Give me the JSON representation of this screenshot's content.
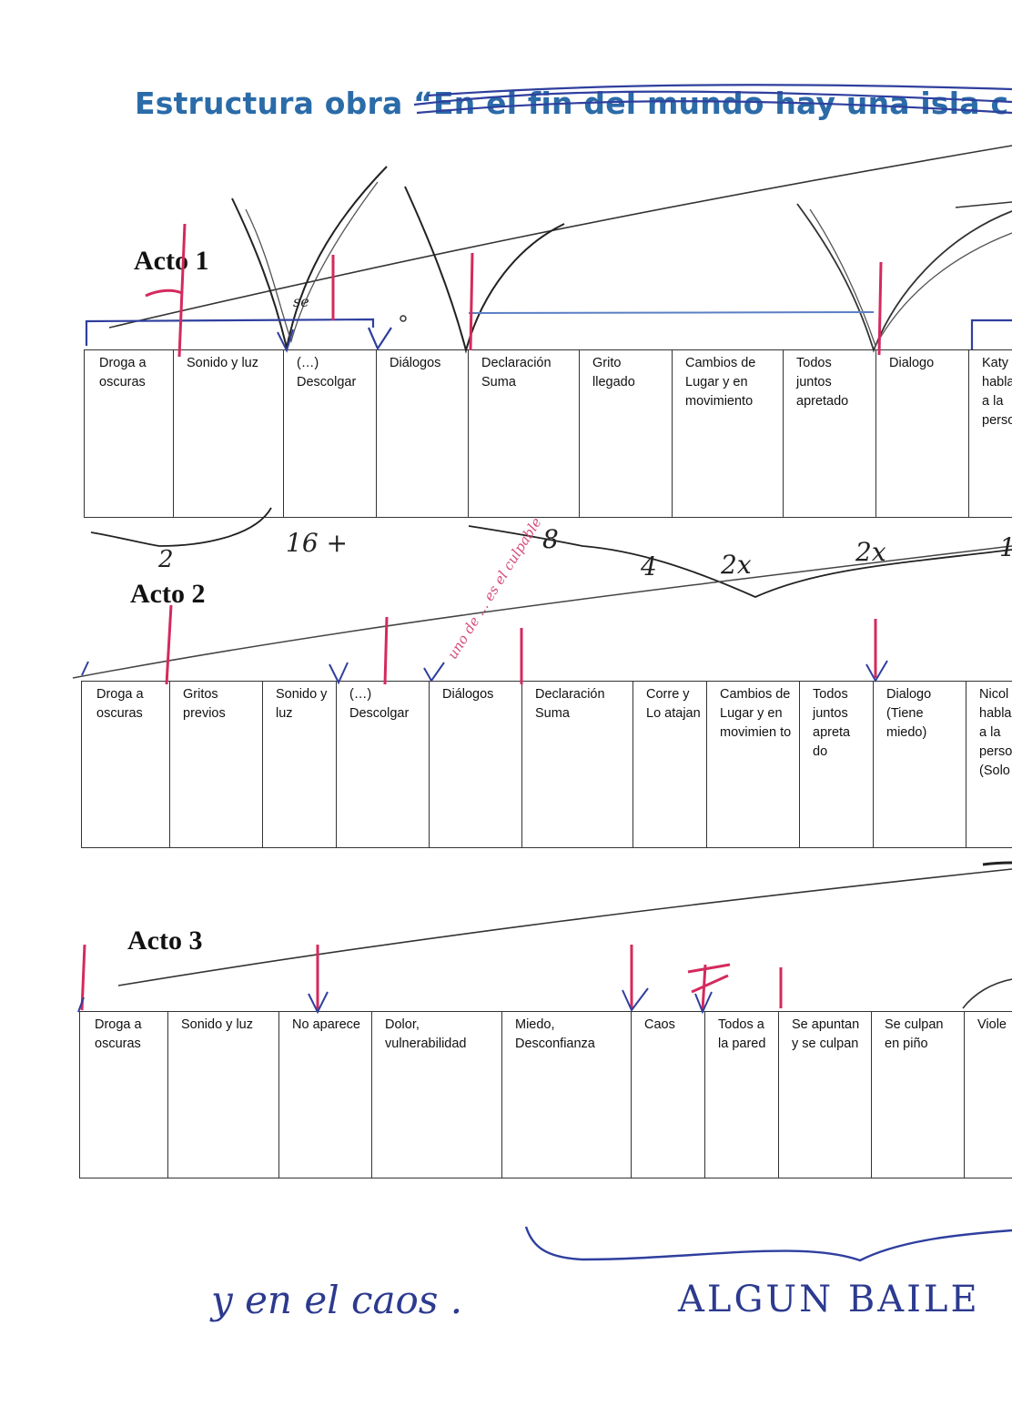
{
  "title": {
    "prefix": "Estructura obra ",
    "struck": "“En el fin del mundo hay una isla c"
  },
  "acts": [
    {
      "heading": "Acto 1",
      "cells": [
        "Droga a oscuras",
        "Sonido y luz",
        "(…) Descolgar",
        "Diálogos",
        "Declaración Suma",
        "Grito llegado",
        "Cambios de Lugar y en movimiento",
        "Todos juntos apretado",
        "Dialogo",
        "Katy habla y a la perso"
      ]
    },
    {
      "heading": "Acto 2",
      "cells": [
        "Droga a oscuras",
        "Gritos previos",
        "Sonido y luz",
        "(…) Descolgar",
        "Diálogos",
        "Declaración Suma",
        "Corre y Lo atajan",
        "Cambios de Lugar y en movimien to",
        "Todos juntos apreta do",
        "Dialogo (Tiene miedo)",
        "Nicol habla y a la perso (Solo"
      ]
    },
    {
      "heading": "Acto 3",
      "cells": [
        "Droga a oscuras",
        "Sonido y luz",
        "No aparece",
        "Dolor, vulnerabilidad",
        "Miedo, Desconfianza",
        "Caos",
        "Todos a la pared",
        "Se apuntan y se culpan",
        "Se culpan en piño",
        "Viole"
      ]
    }
  ],
  "annotations": {
    "pencil_row1": [
      "2",
      "16 +"
    ],
    "pencil_row2": [
      "8",
      "4",
      "2x",
      "2x",
      "1"
    ],
    "blue_bottom_left": "y en el caos .",
    "blue_bottom_right": "ALGUN BAILE",
    "red_diagonal": "uno de ... es el culpable",
    "pencil_small": "se"
  },
  "colors": {
    "title": "#2b6ba8",
    "red_ink": "#d42a5e",
    "blue_ink": "#2f3f9e",
    "pencil": "#2a2a2a",
    "table_line": "#333333"
  }
}
